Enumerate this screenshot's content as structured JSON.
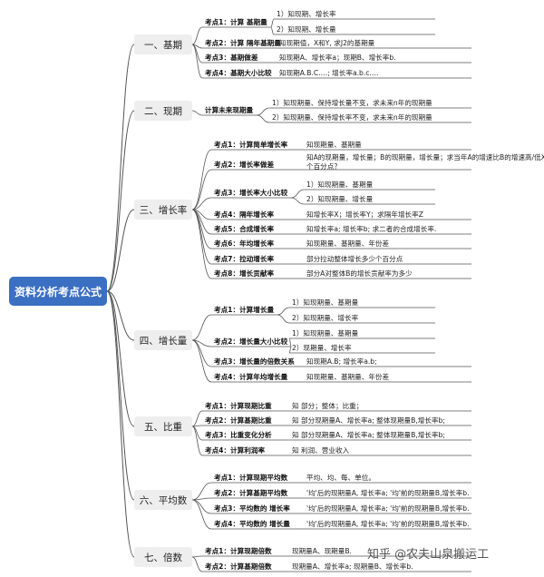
{
  "root": "资料分析考点公式",
  "watermark": "知乎 @农夫山泉搬运工",
  "sections": [
    {
      "title": "一、基期",
      "points": [
        {
          "label": "考点1：计算 基期量",
          "subs": [
            "1）知现期、增长率",
            "2）知现期、增长量"
          ]
        },
        {
          "label": "考点2：计算 隔年基期量",
          "desc": "知现期值，X和Y, 求J2的基期量"
        },
        {
          "label": "考点3：基期做差",
          "desc": "知现期A、增长率a；现期B、增长率b."
        },
        {
          "label": "考点4：基期大小比较",
          "desc": "知现期A.B.C….; 增长率a.b.c…."
        }
      ]
    },
    {
      "title": "二、现期",
      "points": [
        {
          "label": "计算未来现期量",
          "subs": [
            "1）知现期量、保持增长量不变，求未来n年的现期量",
            "2）知现期量、保持增长率不变，求未来n年的现期量"
          ]
        }
      ]
    },
    {
      "title": "三、增长率",
      "points": [
        {
          "label": "考点1：计算简单增长率",
          "desc": "知现期量、基期量"
        },
        {
          "label": "考点2：增长率做差",
          "desc": "知A的现期量，增长量；B的现期量，增长量；求当年A的增速比B的增速高/低XX个百分点？"
        },
        {
          "label": "考点3：增长率大小比较",
          "subs": [
            "1）知现期量、基期量",
            "2）知现期量、增长量"
          ]
        },
        {
          "label": "考点4：隔年增长率",
          "desc": "知增长率X；增长率Y；求隔年增长率Z"
        },
        {
          "label": "考点5：合成增长率",
          "desc": "知增长率a; 增长率b; 求二者的合成增长率."
        },
        {
          "label": "考点6：年均增长率",
          "desc": "知现期量、基期量、年份差"
        },
        {
          "label": "考点7：拉动增长率",
          "desc": "部分拉动整体增长多少个百分点"
        },
        {
          "label": "考点8：增长贡献率",
          "desc": "部分A对整体B的增长贡献率为多少"
        }
      ]
    },
    {
      "title": "四、增长量",
      "points": [
        {
          "label": "考点1：计算增长量",
          "subs": [
            "1）知现期量、基期量",
            "2）知现期量、增长率"
          ]
        },
        {
          "label": "考点2：增长量大小比较",
          "subs": [
            "1）知现期量、基期量",
            "2）现期量、增长率"
          ]
        },
        {
          "label": "考点3：增长量的倍数关系",
          "desc": "知现期A.B; 增长率a.b;"
        },
        {
          "label": "考点4：计算年均增长量",
          "desc": "知现期量、基期量、年份差"
        }
      ]
    },
    {
      "title": "五、比重",
      "points": [
        {
          "label": "考点1：计算现期比重",
          "desc": "知 部分；整体；比重；"
        },
        {
          "label": "考点2：计算基期比重",
          "desc": "知 部分现期量A、增长率a; 整体现期量B,增长率b;"
        },
        {
          "label": "考点3：比重变化分析",
          "desc": "知 部分现期量A、增长率a; 整体现期量B,增长率b;"
        },
        {
          "label": "考点4：计算利润率",
          "desc": "知 利润、营业收入"
        }
      ]
    },
    {
      "title": "六、平均数",
      "points": [
        {
          "label": "考点1：计算现期平均数",
          "desc": "平均、均、每、单位。"
        },
        {
          "label": "考点2：计算基期平均数",
          "desc": "'均'后的现期量A, 增长率a; '均'前的现期量B,增长率b."
        },
        {
          "label": "考点3：平均数的 增长率",
          "desc": "'均'后的现期量A, 增长率a; '均'前的现期量B,增长率b."
        },
        {
          "label": "考点4：平均数的 增长量",
          "desc": "'均'后的现期量A, 增长率a; '均'前的现期量B,增长率b."
        }
      ]
    },
    {
      "title": "七、倍数",
      "points": [
        {
          "label": "考点1：计算现期倍数",
          "desc": "现期量A、现期量B."
        },
        {
          "label": "考点2：计算基期倍数",
          "desc": "现期量A、增长率a; 现期量B、增长率b."
        }
      ]
    }
  ]
}
